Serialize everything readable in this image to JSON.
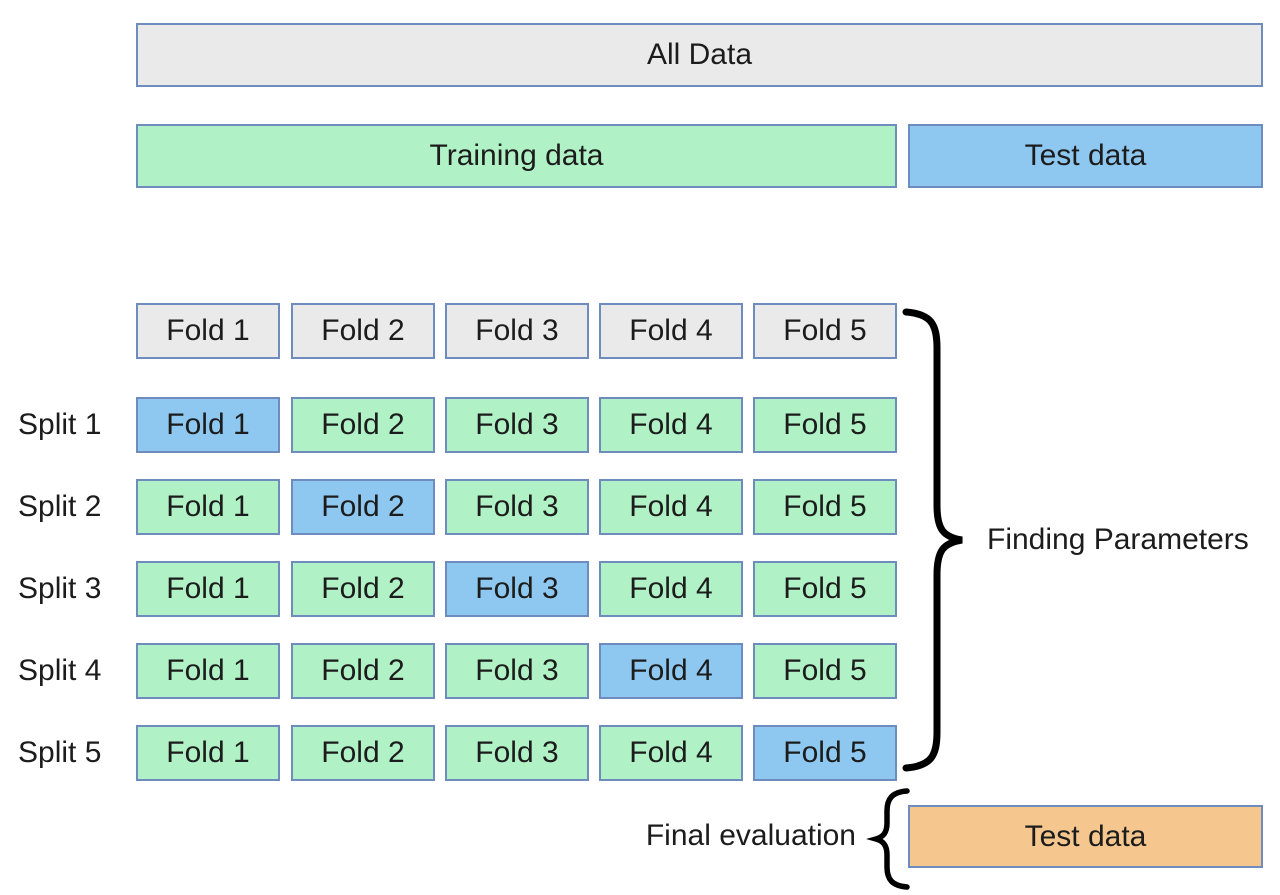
{
  "top": {
    "all_data": "All Data",
    "training_data": "Training data",
    "test_data": "Test data"
  },
  "cv_grid": {
    "fold_headers": [
      "Fold 1",
      "Fold 2",
      "Fold 3",
      "Fold 4",
      "Fold 5"
    ],
    "splits": [
      {
        "label": "Split 1",
        "validation_fold": "Fold 1",
        "cells": [
          "Fold 1",
          "Fold 2",
          "Fold 3",
          "Fold 4",
          "Fold 5"
        ]
      },
      {
        "label": "Split 2",
        "validation_fold": "Fold 2",
        "cells": [
          "Fold 1",
          "Fold 2",
          "Fold 3",
          "Fold 4",
          "Fold 5"
        ]
      },
      {
        "label": "Split 3",
        "validation_fold": "Fold 3",
        "cells": [
          "Fold 1",
          "Fold 2",
          "Fold 3",
          "Fold 4",
          "Fold 5"
        ]
      },
      {
        "label": "Split 4",
        "validation_fold": "Fold 4",
        "cells": [
          "Fold 1",
          "Fold 2",
          "Fold 3",
          "Fold 4",
          "Fold 5"
        ]
      },
      {
        "label": "Split 5",
        "validation_fold": "Fold 5",
        "cells": [
          "Fold 1",
          "Fold 2",
          "Fold 3",
          "Fold 4",
          "Fold 5"
        ]
      }
    ]
  },
  "annotations": {
    "finding_parameters": "Finding Parameters",
    "final_evaluation": "Final evaluation"
  },
  "final_eval": {
    "test_data": "Test data"
  },
  "colors": {
    "all_data_fill": "#eaeaea",
    "train_fill": "#b0f2c6",
    "validation_fill": "#8ec8f0",
    "test_fill": "#8ec8f0",
    "final_test_fill": "#f5c78f",
    "box_border": "#6f8cbf",
    "brace": "#000000",
    "text": "#1c1c1c",
    "background": "#ffffff"
  }
}
